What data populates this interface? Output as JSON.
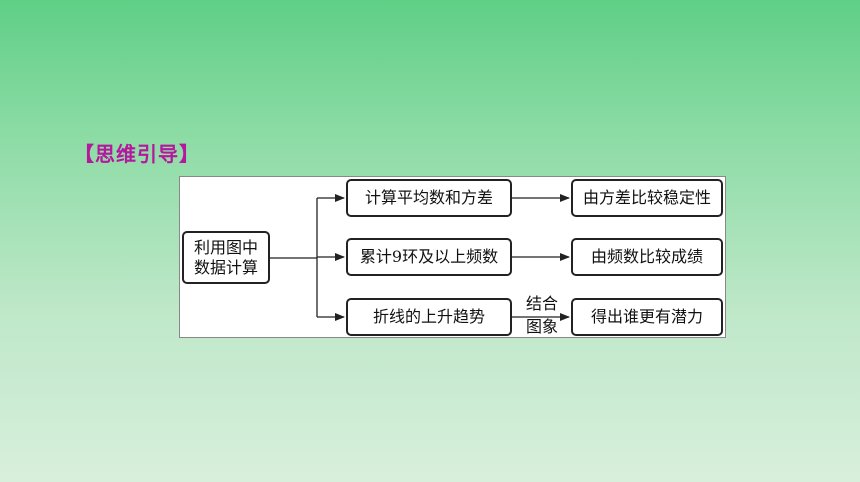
{
  "heading": "【思维引导】",
  "diagram": {
    "source": {
      "line1": "利用图中",
      "line2": "数据计算"
    },
    "middle": [
      "计算平均数和方差",
      "累计9环及以上频数",
      "折线的上升趋势"
    ],
    "right": [
      "由方差比较稳定性",
      "由频数比较成绩",
      "得出谁更有潜力"
    ],
    "edge_label": {
      "line1": "结合",
      "line2": "图象"
    }
  }
}
